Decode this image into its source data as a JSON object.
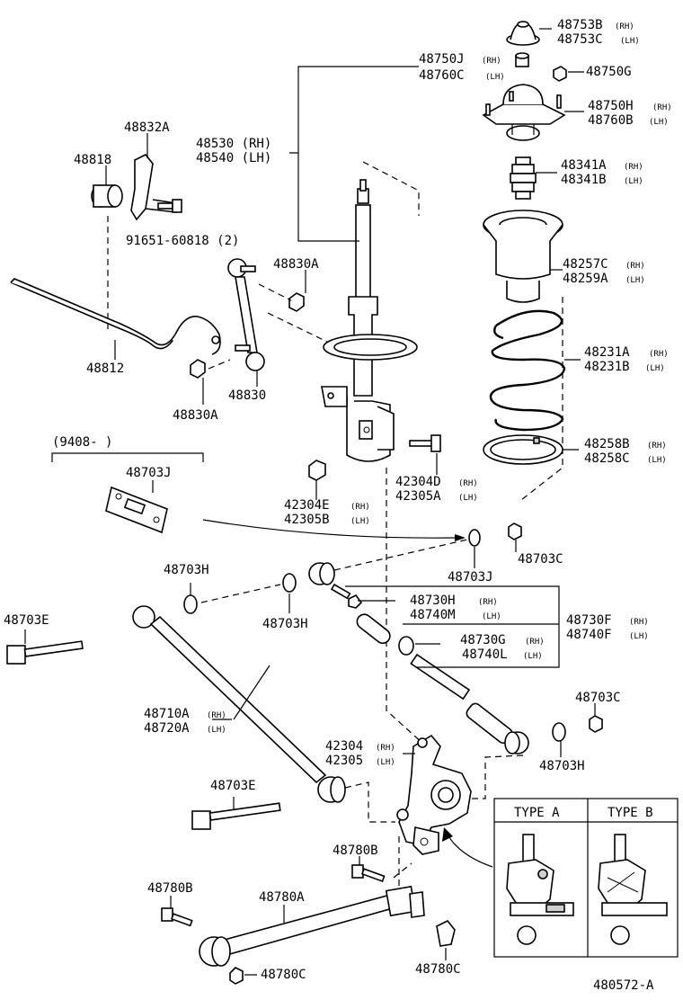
{
  "labels": {
    "p48753b": "48753B",
    "p48753b_s": "(RH)",
    "p48753c": "48753C",
    "p48753c_s": "(LH)",
    "p48750j": "48750J",
    "p48750j_s": "(RH)",
    "p48760c": "48760C",
    "p48760c_s": "(LH)",
    "p48750g": "48750G",
    "p48750h": "48750H",
    "p48750h_s": "(RH)",
    "p48760b": "48760B",
    "p48760b_s": "(LH)",
    "p48832a": "48832A",
    "p48818": "48818",
    "p48530": "48530 (RH)",
    "p48540": "48540 (LH)",
    "p48341a": "48341A",
    "p48341a_s": "(RH)",
    "p48341b": "48341B",
    "p48341b_s": "(LH)",
    "p91651": "91651-60818 (2)",
    "p48257c": "48257C",
    "p48257c_s": "(RH)",
    "p48259a": "48259A",
    "p48259a_s": "(LH)",
    "p48830a_top": "48830A",
    "p48231a": "48231A",
    "p48231a_s": "(RH)",
    "p48231b": "48231B",
    "p48231b_s": "(LH)",
    "p48812": "48812",
    "p48830": "48830",
    "p48830a_bot": "48830A",
    "p9408": "(9408-     )",
    "p48258b": "48258B",
    "p48258b_s": "(RH)",
    "p48258c": "48258C",
    "p48258c_s": "(LH)",
    "p48703j_top": "48703J",
    "p42304d": "42304D",
    "p42304d_s": "(RH)",
    "p42305a": "42305A",
    "p42305a_s": "(LH)",
    "p42304e": "42304E",
    "p42304e_s": "(RH)",
    "p42305b": "42305B",
    "p42305b_s": "(LH)",
    "p48703c_top": "48703C",
    "p48703j_mid": "48703J",
    "p48703h_left": "48703H",
    "p48730h": "48730H",
    "p48730h_s": "(RH)",
    "p48740m": "48740M",
    "p48740m_s": "(LH)",
    "p48703e_left": "48703E",
    "p48703h_mid": "48703H",
    "p48730f": "48730F",
    "p48730f_s": "(RH)",
    "p48740f": "48740F",
    "p48740f_s": "(LH)",
    "p48730g": "48730G",
    "p48730g_s": "(RH)",
    "p48740l": "48740L",
    "p48740l_s": "(LH)",
    "p48710a": "48710A",
    "p48710a_s": "(RH)",
    "p48720a": "48720A",
    "p48720a_s": "(LH)",
    "p48703c_bot": "48703C",
    "p42304": "42304",
    "p42304_s": "(RH)",
    "p42305": "42305",
    "p42305_s": "(LH)",
    "p48703h_bot": "48703H",
    "p48703e_mid": "48703E",
    "typeA": "TYPE A",
    "typeB": "TYPE B",
    "p48780b_mid": "48780B",
    "p48780b_left": "48780B",
    "p48780a": "48780A",
    "p48780c_bot": "48780C",
    "p48780c_right": "48780C",
    "diagram_id": "480572-A"
  }
}
